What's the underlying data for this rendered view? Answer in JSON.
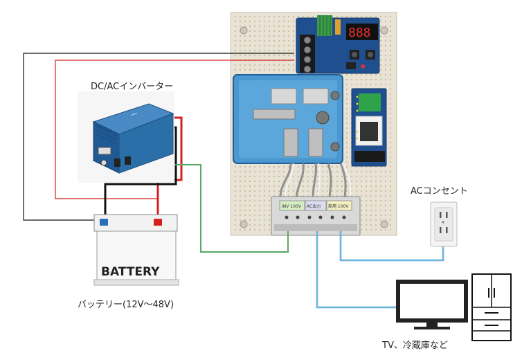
{
  "labels": {
    "inverter": "DC/ACインバーター",
    "outlet": "ACコンセント",
    "battery_caption": "バッテリー(12V〜48V)",
    "appliances": "TV、冷蔵庫など"
  },
  "battery": {
    "text": "BATTERY"
  },
  "terminal_labels": [
    "INV 100V",
    "AC出力",
    "商用 100V"
  ],
  "display_digits": "888",
  "colors": {
    "wire_black": "#111111",
    "wire_red": "#d42020",
    "wire_green": "#2e8a3a",
    "wire_blue": "#3a9ad0",
    "board": "#e8e2d4",
    "relay": "#3a8fd0",
    "inverter": "#2a6fa8",
    "pcb_blue": "#1f4f8f"
  },
  "icons": [
    "inverter-icon",
    "battery-icon",
    "relay-icon",
    "outlet-icon",
    "tv-icon",
    "fridge-icon",
    "terminal-block-icon"
  ]
}
